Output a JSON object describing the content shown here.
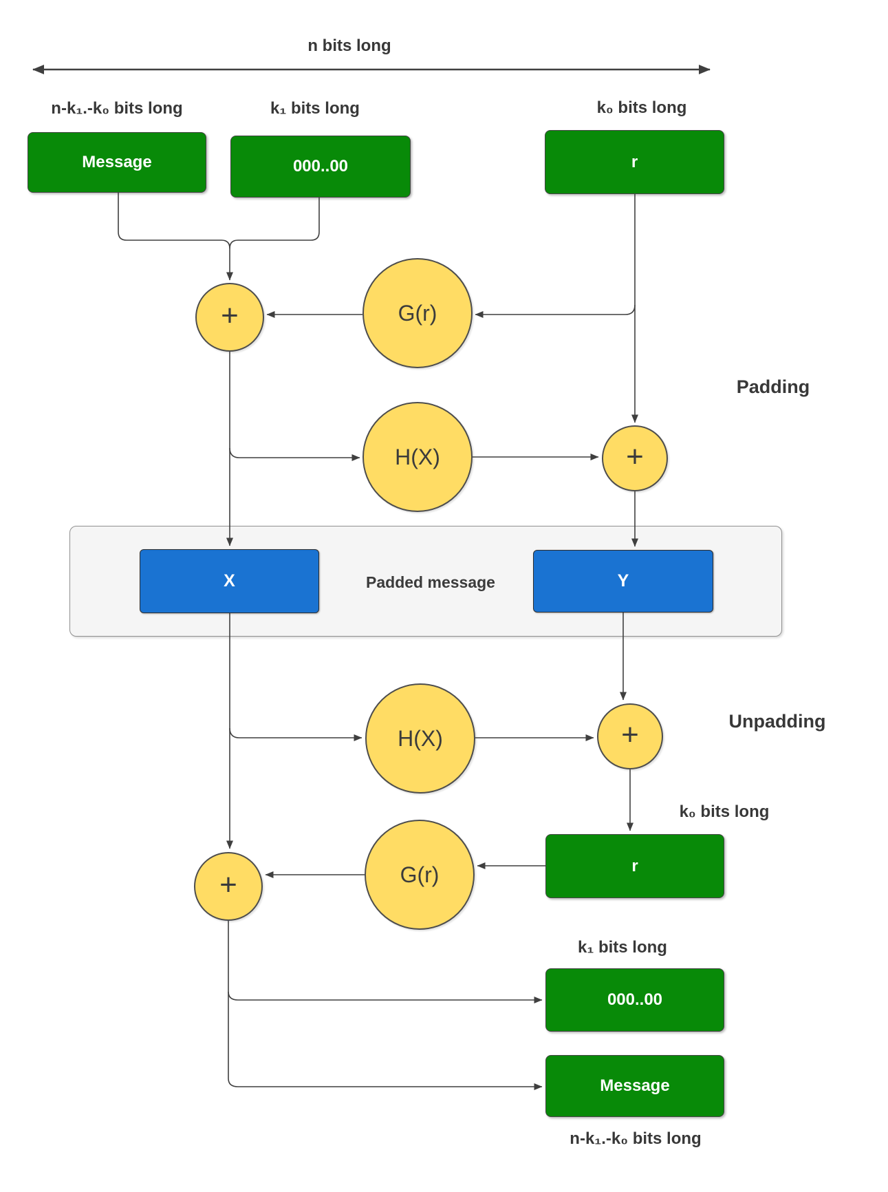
{
  "diagram": {
    "title": "n bits long",
    "section_labels": {
      "padding": "Padding",
      "unpadding": "Unpadding"
    },
    "operators": {
      "xor": "+",
      "g_function": "G(r)",
      "h_function": "H(X)"
    },
    "colors": {
      "green": "#088A08",
      "yellow": "#FFDC64",
      "blue": "#1A73D2",
      "container": "#F5F5F5",
      "line": "#3F3F3F",
      "text": "#383838"
    },
    "top_row": {
      "message": {
        "label": "Message",
        "length": "n-k₁.-k₀ bits long"
      },
      "zeros": {
        "label": "000..00",
        "length": "k₁ bits long"
      },
      "r": {
        "label": "r",
        "length": "k₀ bits long"
      }
    },
    "padded_message": {
      "caption": "Padded message",
      "x": "X",
      "y": "Y"
    },
    "bottom_column": {
      "r": {
        "label": "r",
        "length": "k₀ bits long"
      },
      "zeros": {
        "label": "000..00",
        "length": "k₁ bits long"
      },
      "message": {
        "label": "Message",
        "length": "n-k₁.-k₀ bits long"
      }
    }
  }
}
